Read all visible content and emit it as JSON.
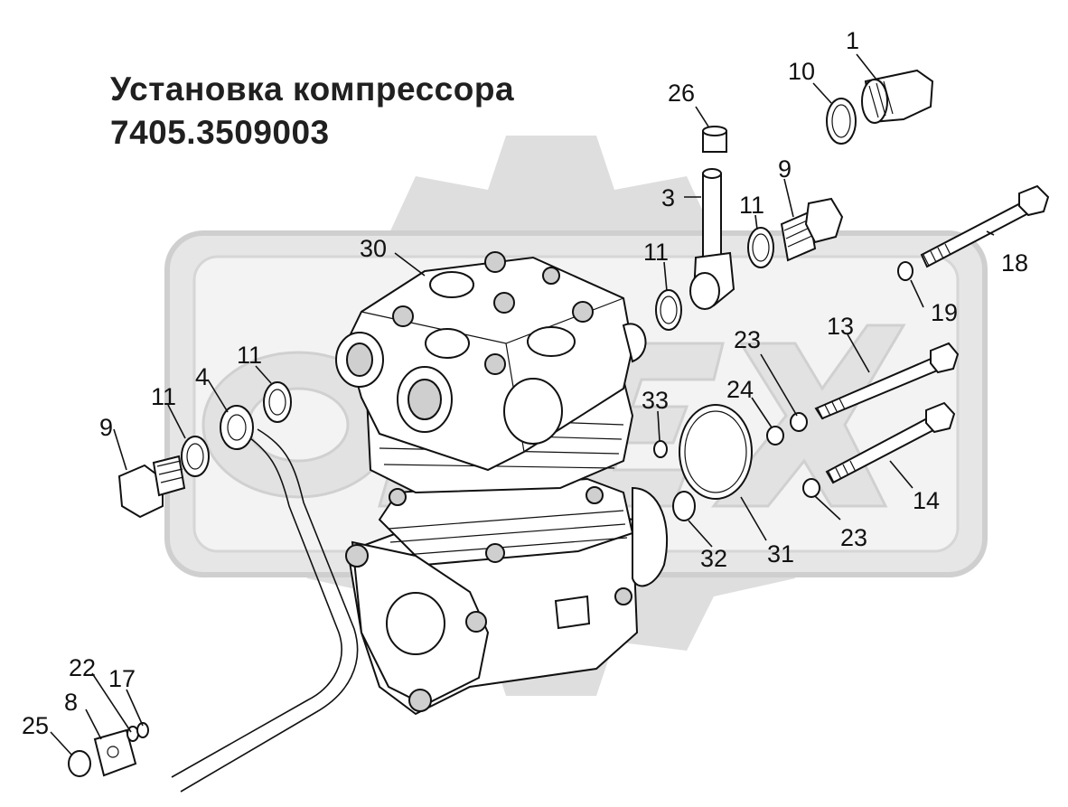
{
  "title": {
    "line1": "Установка компрессора",
    "line2": "7405.3509003"
  },
  "callouts": [
    "1",
    "10",
    "26",
    "3",
    "9",
    "11",
    "11",
    "30",
    "18",
    "19",
    "13",
    "23",
    "24",
    "33",
    "11",
    "11",
    "4",
    "9",
    "14",
    "23",
    "31",
    "32",
    "22",
    "17",
    "8",
    "25"
  ],
  "colors": {
    "watermark": "#dcdcdc",
    "line": "#111111",
    "part_fill": "#c8c8c8"
  }
}
